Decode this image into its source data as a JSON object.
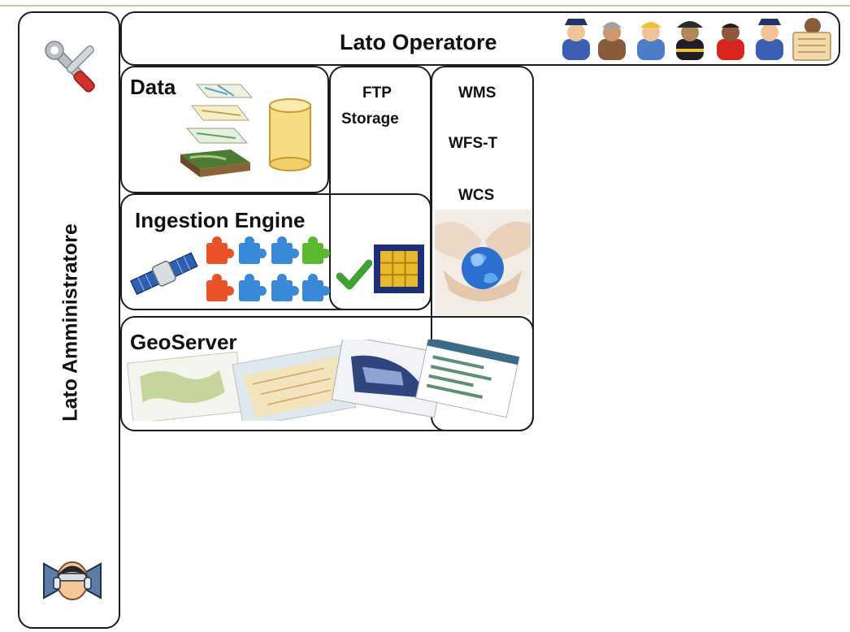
{
  "operator_label": "Lato Operatore",
  "admin_label": "Lato Amministratore",
  "data_label": "Data",
  "ftp_label_1": "FTP",
  "ftp_label_2": "Storage",
  "ingestion_label": "Ingestion Engine",
  "geoserver_label": "GeoServer",
  "services": [
    "WMS",
    "WFS-T",
    "WCS"
  ],
  "colors": {
    "border": "#1c1c1c",
    "accent_line": "#b9cf9c",
    "puzzle_blue": "#3a88d8",
    "puzzle_orange": "#e8532a",
    "puzzle_green": "#5cb82e",
    "database_yellow": "#f7dc84",
    "grid_gold": "#e9b92c"
  },
  "icons": {
    "admin_tools": "wrench-screwdriver-icon",
    "admin_user": "headset-admin-icon",
    "operator_people": [
      "police-officer-icon",
      "miner-icon",
      "construction-worker-icon",
      "firefighter-icon",
      "operator-red-icon",
      "police-officer-icon",
      "newspaper-reader-icon"
    ],
    "data": [
      "map-layers-icon",
      "database-icon"
    ],
    "ingestion": [
      "satellite-icon",
      "puzzle-pieces-icon",
      "checkmark-icon",
      "raster-grid-icon"
    ],
    "services": "globe-in-hands-icon",
    "geoserver": "map-screenshots-icon"
  }
}
